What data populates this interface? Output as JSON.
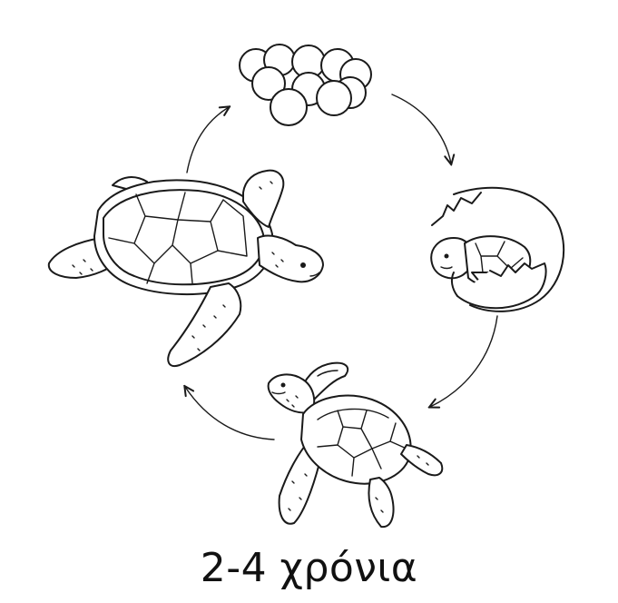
{
  "caption": "2-4 χρόνια",
  "stages": [
    {
      "id": "eggs",
      "icon": "turtle-eggs-icon"
    },
    {
      "id": "hatching",
      "icon": "hatching-turtle-icon"
    },
    {
      "id": "juvenile",
      "icon": "juvenile-turtle-icon"
    },
    {
      "id": "adult",
      "icon": "adult-turtle-icon"
    }
  ]
}
